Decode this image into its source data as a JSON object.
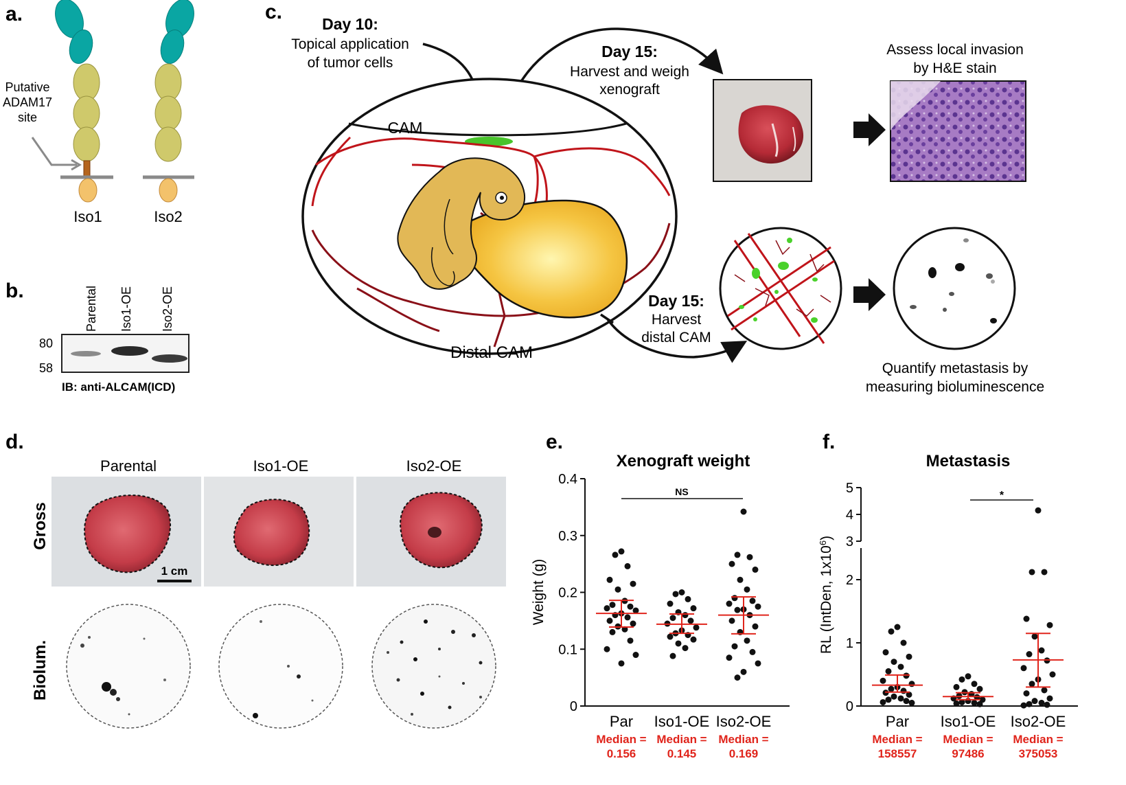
{
  "panels": {
    "a": {
      "letter": "a.",
      "site_label_1": "Putative",
      "site_label_2": "ADAM17",
      "site_label_3": "site",
      "iso1": "Iso1",
      "iso2": "Iso2"
    },
    "b": {
      "letter": "b.",
      "lanes": [
        "Parental",
        "Iso1-OE",
        "Iso2-OE"
      ],
      "mw_high": "80",
      "mw_low": "58",
      "caption": "IB: anti-ALCAM(ICD)"
    },
    "c": {
      "letter": "c.",
      "day10_title": "Day 10:",
      "day10_line1": "Topical application",
      "day10_line2": "of tumor cells",
      "day15a_title": "Day 15:",
      "day15a_line1": "Harvest and weigh",
      "day15a_line2": "xenograft",
      "cam_label": "CAM",
      "distal_cam_label": "Distal CAM",
      "invasion_line1": "Assess local invasion",
      "invasion_line2": "by H&E stain",
      "day15b_title": "Day 15:",
      "day15b_line1": "Harvest",
      "day15b_line2": "distal CAM",
      "quant_line1": "Quantify metastasis by",
      "quant_line2": "measuring bioluminescence"
    },
    "d": {
      "letter": "d.",
      "columns": [
        "Parental",
        "Iso1-OE",
        "Iso2-OE"
      ],
      "row1": "Gross",
      "row2": "Biolum.",
      "scale_bar": "1 cm"
    }
  },
  "chart_data": [
    {
      "panel": "e.",
      "type": "scatter",
      "title": "Xenograft weight",
      "ylabel": "Weight (g)",
      "ylim": [
        0,
        0.4
      ],
      "yticks": [
        "0",
        "0.1",
        "0.2",
        "0.3",
        "0.4"
      ],
      "categories": [
        "Par",
        "Iso1-OE",
        "Iso2-OE"
      ],
      "median_text": [
        "Median =",
        "Median =",
        "Median ="
      ],
      "median_values": [
        "0.156",
        "0.145",
        "0.169"
      ],
      "significance": "NS",
      "mean": [
        0.163,
        0.144,
        0.16
      ],
      "sem_low": [
        0.139,
        0.128,
        0.127
      ],
      "sem_high": [
        0.186,
        0.162,
        0.192
      ],
      "points": [
        [
          0.272,
          0.266,
          0.246,
          0.222,
          0.215,
          0.205,
          0.185,
          0.178,
          0.175,
          0.172,
          0.168,
          0.163,
          0.16,
          0.156,
          0.15,
          0.145,
          0.14,
          0.135,
          0.13,
          0.115,
          0.1,
          0.09,
          0.075
        ],
        [
          0.2,
          0.197,
          0.188,
          0.18,
          0.172,
          0.165,
          0.16,
          0.155,
          0.15,
          0.145,
          0.138,
          0.133,
          0.128,
          0.125,
          0.122,
          0.117,
          0.11,
          0.102,
          0.088
        ],
        [
          0.342,
          0.266,
          0.262,
          0.25,
          0.24,
          0.222,
          0.205,
          0.19,
          0.185,
          0.18,
          0.175,
          0.17,
          0.169,
          0.16,
          0.15,
          0.14,
          0.13,
          0.115,
          0.105,
          0.095,
          0.085,
          0.075,
          0.06,
          0.05
        ]
      ]
    },
    {
      "panel": "f.",
      "type": "scatter",
      "title": "Metastasis",
      "ylabel": "RL (IntDen, 1x10",
      "ylabel_sup": "6",
      "ylabel_close": ")",
      "ylim_lower": [
        0,
        2.5
      ],
      "ylim_upper": [
        3,
        5
      ],
      "yticks": [
        "0",
        "1",
        "2",
        "3",
        "4",
        "5"
      ],
      "categories": [
        "Par",
        "Iso1-OE",
        "Iso2-OE"
      ],
      "median_text": [
        "Median =",
        "Median =",
        "Median ="
      ],
      "median_values": [
        "158557",
        "97486",
        "375053"
      ],
      "significance": "*",
      "mean": [
        0.33,
        0.15,
        0.73
      ],
      "sem_low": [
        0.22,
        0.1,
        0.3
      ],
      "sem_high": [
        0.49,
        0.21,
        1.15
      ],
      "points": [
        [
          1.25,
          1.18,
          1.0,
          0.85,
          0.78,
          0.7,
          0.62,
          0.55,
          0.48,
          0.4,
          0.35,
          0.3,
          0.27,
          0.24,
          0.21,
          0.18,
          0.15,
          0.12,
          0.1,
          0.08,
          0.06,
          0.05
        ],
        [
          0.47,
          0.42,
          0.35,
          0.3,
          0.27,
          0.22,
          0.19,
          0.16,
          0.14,
          0.12,
          0.1,
          0.08,
          0.06,
          0.05,
          0.04,
          0.03
        ],
        [
          4.15,
          2.12,
          2.12,
          1.38,
          1.28,
          1.1,
          0.88,
          0.82,
          0.72,
          0.6,
          0.5,
          0.42,
          0.35,
          0.25,
          0.2,
          0.12,
          0.08,
          0.05,
          0.03,
          0.02,
          0.01
        ]
      ]
    }
  ]
}
